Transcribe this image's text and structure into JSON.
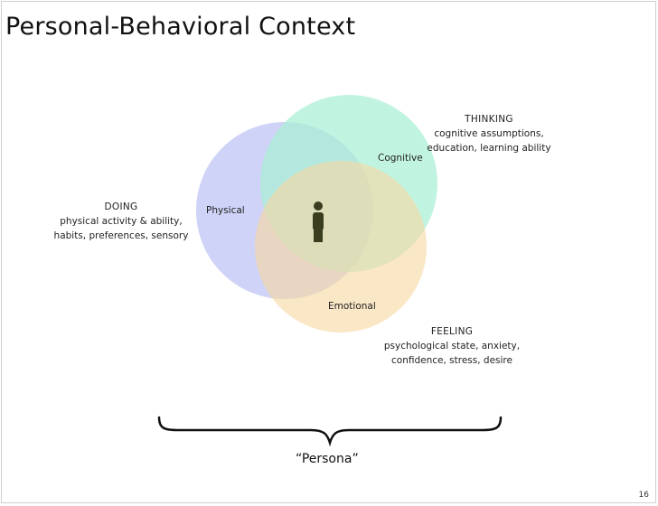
{
  "slide": {
    "title": "Personal-Behavioral Context",
    "page_number": "16"
  },
  "circles": [
    {
      "label": "Physical",
      "color": "#c4c9f5"
    },
    {
      "label": "Cognitive",
      "color": "#a9f0d4"
    },
    {
      "label": "Emotional",
      "color": "#f7d9a3"
    }
  ],
  "doing": {
    "heading": "DOING",
    "lines": [
      "physical activity & ability,",
      "habits, preferences, sensory"
    ]
  },
  "thinking": {
    "heading": "THINKING",
    "lines": [
      "cognitive assumptions,",
      "education, learning ability"
    ]
  },
  "feeling": {
    "heading": "FEELING",
    "lines": [
      "psychological state, anxiety,",
      "confidence, stress, desire"
    ]
  },
  "persona_label": "“Persona”",
  "icons": {
    "person": "person-icon",
    "brace": "curly-brace"
  }
}
